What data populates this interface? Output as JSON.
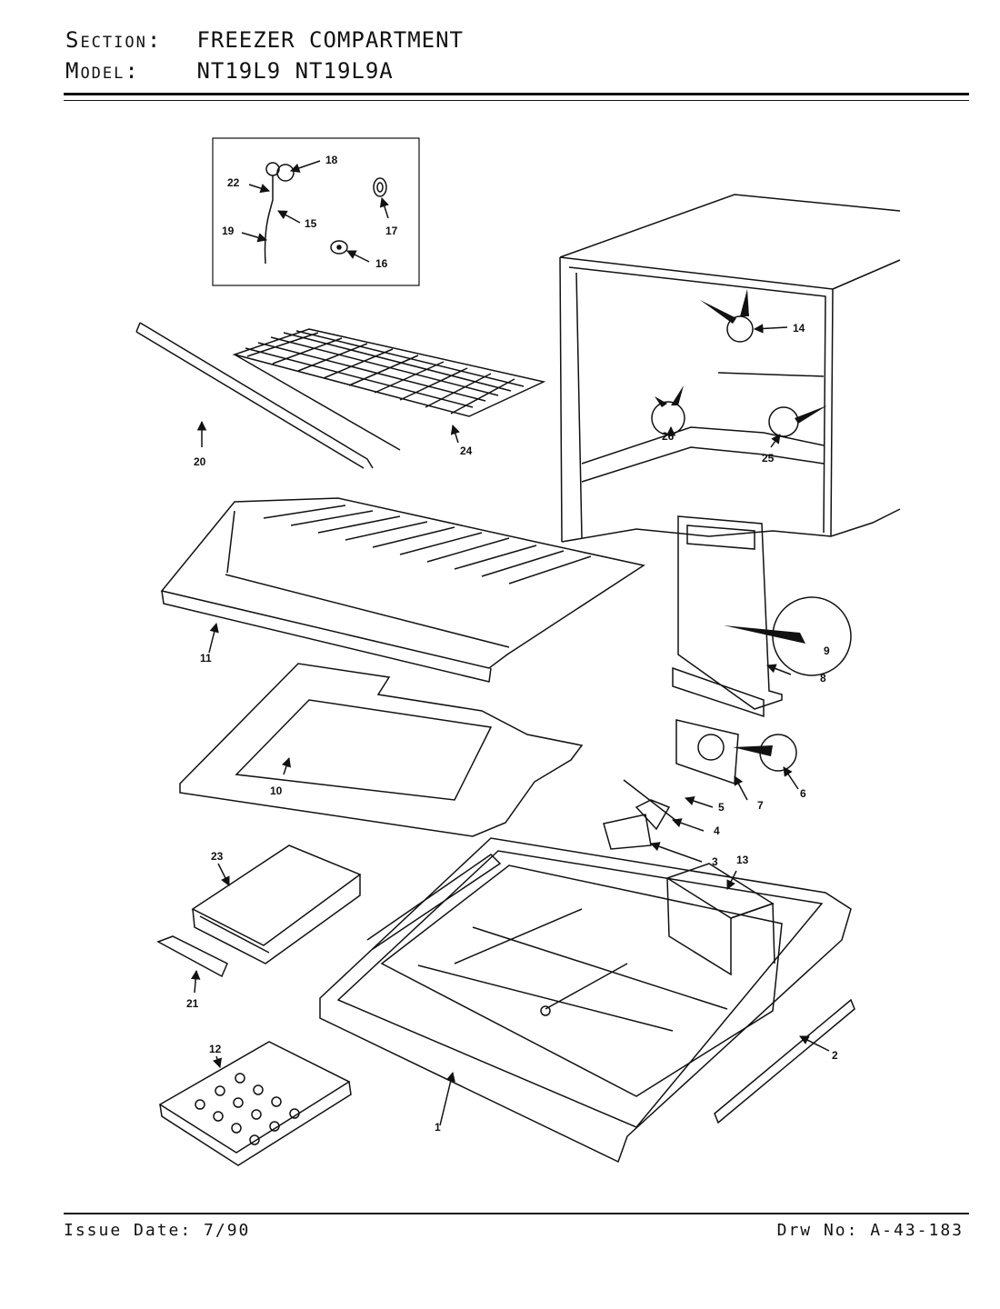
{
  "header": {
    "section_label": "Section:",
    "section_value": "FREEZER COMPARTMENT",
    "model_label": "Model:",
    "model_values": "NT19L9  NT19L9A"
  },
  "footer": {
    "issue_date": "Issue Date: 7/90",
    "drawing_number": "Drw No: A-43-183"
  },
  "parts": {
    "p1": "1",
    "p2": "2",
    "p3": "3",
    "p4": "4",
    "p5": "5",
    "p6": "6",
    "p7": "7",
    "p8": "8",
    "p9": "9",
    "p10": "10",
    "p11": "11",
    "p12": "12",
    "p13": "13",
    "p14": "14",
    "p15": "15",
    "p16": "16",
    "p17": "17",
    "p18": "18",
    "p19": "19",
    "p20": "20",
    "p21": "21",
    "p22": "22",
    "p23": "23",
    "p24": "24",
    "p25": "25",
    "p26": "26"
  }
}
